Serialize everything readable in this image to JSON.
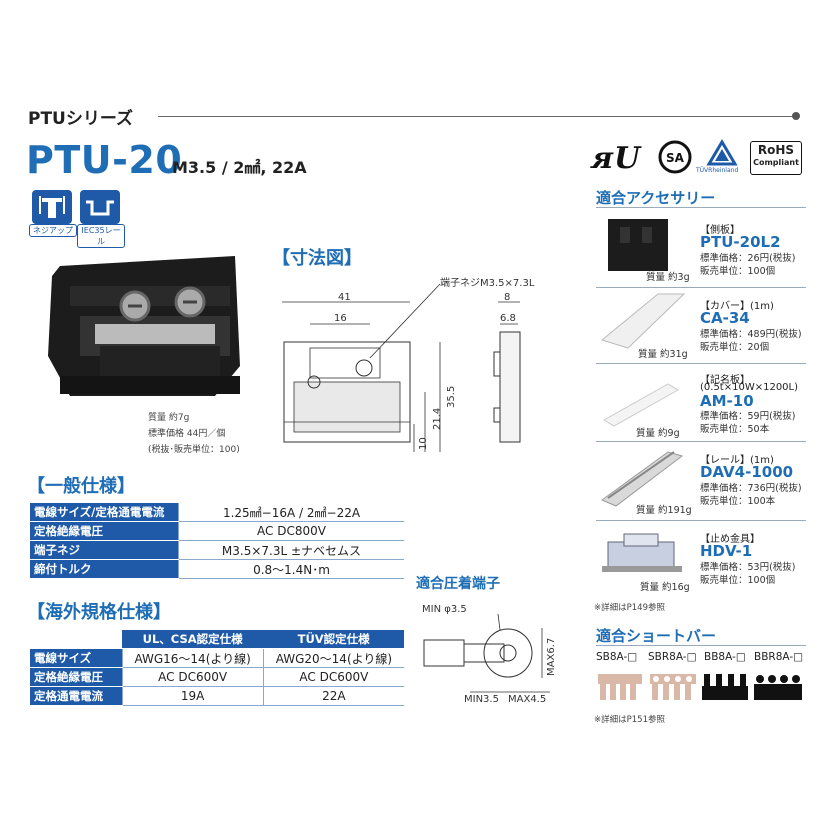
{
  "header": {
    "series": "PTUシリーズ",
    "model": "PTU-20",
    "spec": "M3.5 / 2㎟, 22A"
  },
  "badges": [
    {
      "label": "ネジアップ"
    },
    {
      "label": "IEC35レール"
    }
  ],
  "certifications": [
    "TÜVRheinland",
    "RoHS",
    "Compliant"
  ],
  "product": {
    "weight": "質量 約7g",
    "price": "標準価格 44円／個",
    "unit": "(税抜･販売単位：100)"
  },
  "dimensions": {
    "title": "【寸法図】",
    "screw_label": "端子ネジM3.5×7.3L",
    "values": [
      "41",
      "16",
      "8",
      "6.8",
      "35.5",
      "21.4",
      "10"
    ]
  },
  "general_spec": {
    "title": "【一般仕様】",
    "rows": [
      {
        "label": "電線サイズ/定格通電電流",
        "value": "1.25㎟−16A / 2㎟−22A"
      },
      {
        "label": "定格絶縁電圧",
        "value": "AC DC800V"
      },
      {
        "label": "端子ネジ",
        "value": "M3.5×7.3L ±ナベセムス"
      },
      {
        "label": "締付トルク",
        "value": "0.8～1.4N･m"
      }
    ]
  },
  "overseas_spec": {
    "title": "【海外規格仕様】",
    "col_ul": "UL、CSA認定仕様",
    "col_tuv": "TÜV認定仕様",
    "rows": [
      {
        "label": "電線サイズ",
        "ul": "AWG16～14(より線)",
        "tuv": "AWG20～14(より線)"
      },
      {
        "label": "定格絶縁電圧",
        "ul": "AC DC600V",
        "tuv": "AC DC600V"
      },
      {
        "label": "定格通電電流",
        "ul": "19A",
        "tuv": "22A"
      }
    ]
  },
  "crimp": {
    "title": "適合圧着端子",
    "min_d": "MIN φ3.5",
    "max_h": "MAX6.7",
    "min_w": "MIN3.5",
    "max_w": "MAX4.5"
  },
  "accessories": {
    "title": "適合アクセサリー",
    "items": [
      {
        "cat": "【側板】",
        "name": "PTU-20L2",
        "price": "標準価格：26円(税抜)",
        "unit": "販売単位：100個",
        "weight": "質量 約3g"
      },
      {
        "cat": "【カバー】(1m)",
        "name": "CA-34",
        "price": "標準価格：489円(税抜)",
        "unit": "販売単位：20個",
        "weight": "質量 約31g"
      },
      {
        "cat": "【記名板】",
        "cat2": "(0.5t×10W×1200L)",
        "name": "AM-10",
        "price": "標準価格：59円(税抜)",
        "unit": "販売単位：50本",
        "weight": "質量 約9g"
      },
      {
        "cat": "【レール】(1m)",
        "name": "DAV4-1000",
        "price": "標準価格：736円(税抜)",
        "unit": "販売単位：100本",
        "weight": "質量 約191g"
      },
      {
        "cat": "【止め金具】",
        "name": "HDV-1",
        "price": "標準価格：53円(税抜)",
        "unit": "販売単位：100個",
        "weight": "質量 約16g"
      }
    ],
    "note": "※詳細はP149参照"
  },
  "shortbar": {
    "title": "適合ショートバー",
    "items": [
      "SB8A-□",
      "SBR8A-□",
      "BB8A-□",
      "BBR8A-□"
    ],
    "note": "※詳細はP151参照"
  }
}
